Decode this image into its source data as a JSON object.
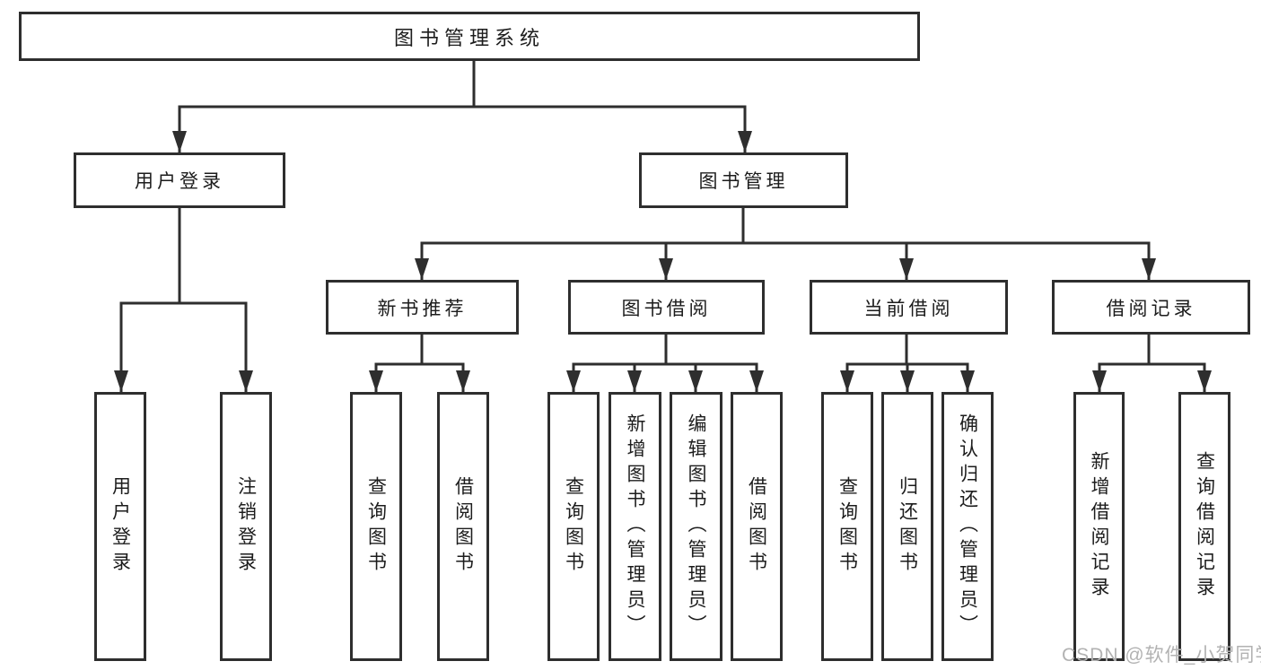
{
  "diagram": {
    "type": "tree-diagram",
    "root": {
      "label": "图书管理系统"
    },
    "level2": [
      {
        "label": "用户登录",
        "parent": "图书管理系统"
      },
      {
        "label": "图书管理",
        "parent": "图书管理系统"
      }
    ],
    "level3": [
      {
        "label": "新书推荐",
        "parent": "图书管理"
      },
      {
        "label": "图书借阅",
        "parent": "图书管理"
      },
      {
        "label": "当前借阅",
        "parent": "图书管理"
      },
      {
        "label": "借阅记录",
        "parent": "图书管理"
      }
    ],
    "leaves": [
      {
        "label": "用户登录",
        "parent": "用户登录"
      },
      {
        "label": "注销登录",
        "parent": "用户登录"
      },
      {
        "label": "查询图书",
        "parent": "新书推荐"
      },
      {
        "label": "借阅图书",
        "parent": "新书推荐"
      },
      {
        "label": "查询图书",
        "parent": "图书借阅"
      },
      {
        "label": "新增图书（管理员）",
        "parent": "图书借阅"
      },
      {
        "label": "编辑图书（管理员）",
        "parent": "图书借阅"
      },
      {
        "label": "借阅图书",
        "parent": "图书借阅"
      },
      {
        "label": "查询图书",
        "parent": "当前借阅"
      },
      {
        "label": "归还图书",
        "parent": "当前借阅"
      },
      {
        "label": "确认归还（管理员）",
        "parent": "当前借阅"
      },
      {
        "label": "新增借阅记录",
        "parent": "借阅记录"
      },
      {
        "label": "查询借阅记录",
        "parent": "借阅记录"
      }
    ],
    "watermark": {
      "text": "CSDN @软件_小贺同学"
    },
    "colors": {
      "line": "#2e2e2e",
      "border": "#2e2e2e",
      "text": "#1c1c1c",
      "watermark": "#b2b2b2",
      "background": "#ffffff"
    }
  }
}
